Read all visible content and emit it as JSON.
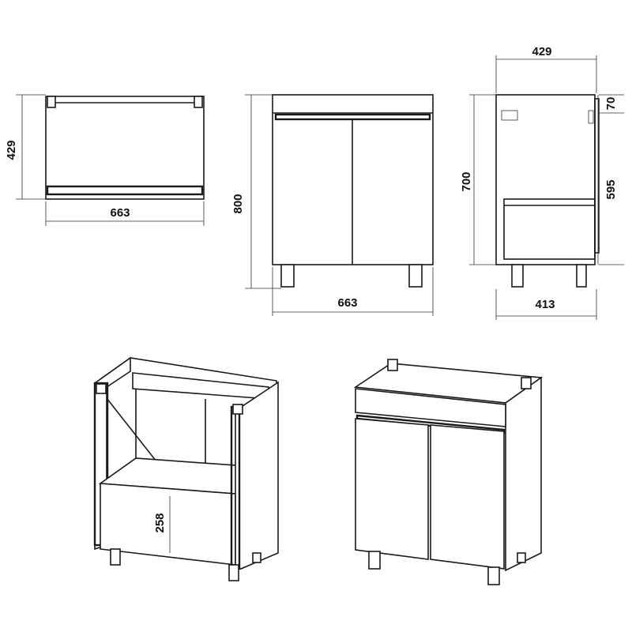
{
  "top_view": {
    "depth_label": "429",
    "width_label": "663"
  },
  "front_view": {
    "height_label": "800",
    "width_label": "663"
  },
  "side_view": {
    "depth_top_label": "429",
    "body_height_label": "700",
    "top_band_label": "70",
    "door_height_label": "595",
    "depth_bottom_label": "413"
  },
  "iso_open_view": {
    "shelf_height_label": "258"
  },
  "iso_closed_view": {}
}
